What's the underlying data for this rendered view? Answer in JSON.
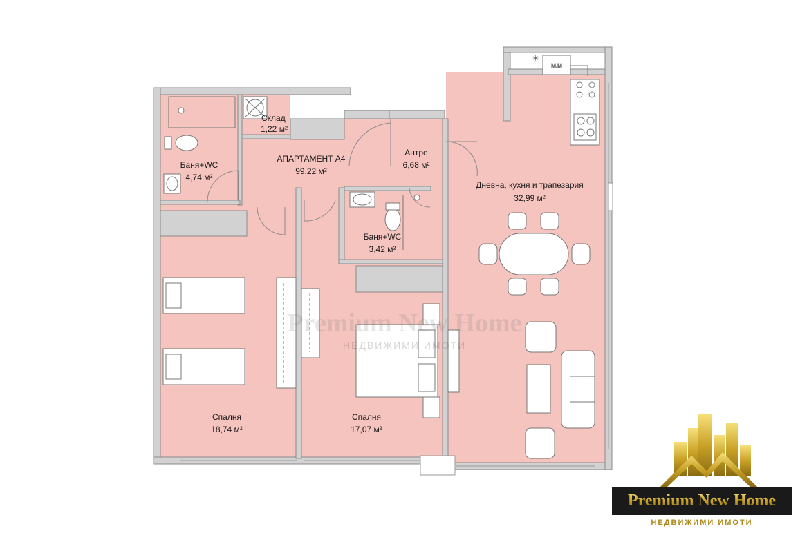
{
  "apartment": {
    "name": "АПАРТАМЕНТ А4",
    "area": "99,22 м²"
  },
  "rooms": [
    {
      "id": "bath1",
      "name": "Баня+WC",
      "area": "4,74 м²"
    },
    {
      "id": "storage",
      "name": "Склад",
      "area": "1,22 м²"
    },
    {
      "id": "hall",
      "name": "Антре",
      "area": "6,68 м²"
    },
    {
      "id": "bath2",
      "name": "Баня+WC",
      "area": "3,42 м²"
    },
    {
      "id": "living",
      "name": "Дневна, кухня и трапезария",
      "area": "32,99 м²"
    },
    {
      "id": "bed1",
      "name": "Спалня",
      "area": "18,74 м²"
    },
    {
      "id": "bed2",
      "name": "Спалня",
      "area": "17,07 м²"
    }
  ],
  "kitchen_label": "М.М",
  "watermark": {
    "title": "Premium New Home",
    "subtitle": "НЕДВИЖИМИ ИМОТИ"
  },
  "logo": {
    "title": "Premium New Home",
    "subtitle": "НЕДВИЖИМИ ИМОТИ"
  },
  "colors": {
    "floor": "#f5c4bf",
    "wall": "#d2d2d2",
    "line": "#8a8a8a",
    "gold": "#c9a227"
  }
}
